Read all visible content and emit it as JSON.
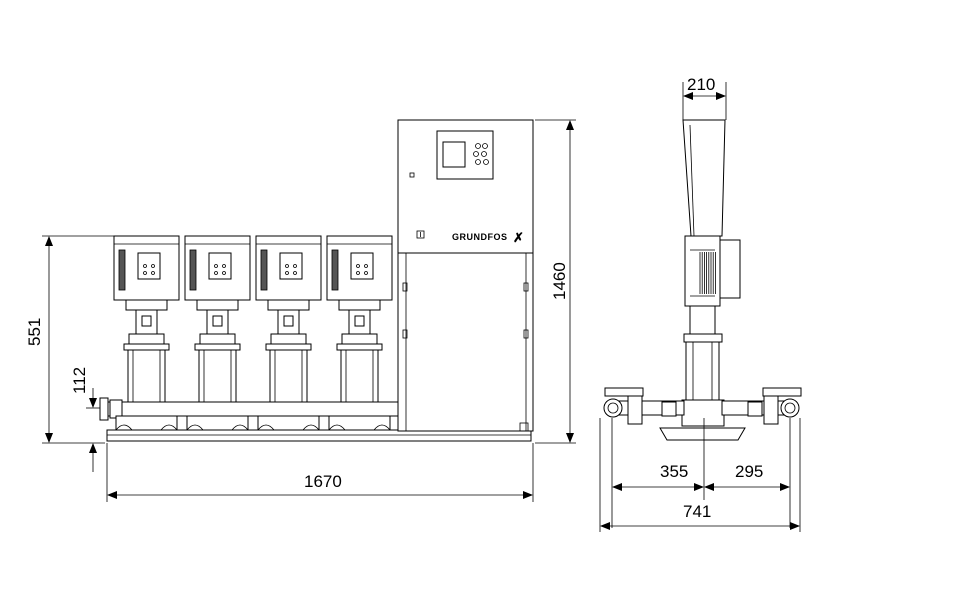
{
  "dimensions": {
    "base_length": "1670",
    "height_pumps": "551",
    "manifold_height": "112",
    "cabinet_height": "1460",
    "cabinet_depth": "210",
    "inlet_side": "355",
    "outlet_side": "295",
    "total_depth": "741"
  },
  "brand": {
    "logo_text": "GRUNDFOS"
  },
  "pump_count": 4
}
